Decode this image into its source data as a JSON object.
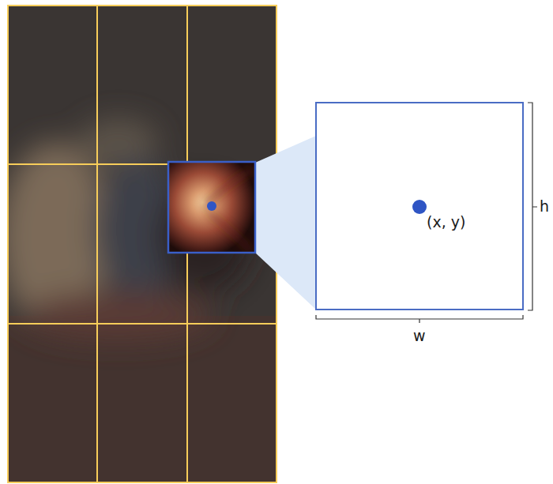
{
  "diagram": {
    "nodes": [
      {
        "text": [
          "(x, y)"
        ]
      }
    ],
    "labels": [
      "h",
      "w"
    ]
  }
}
